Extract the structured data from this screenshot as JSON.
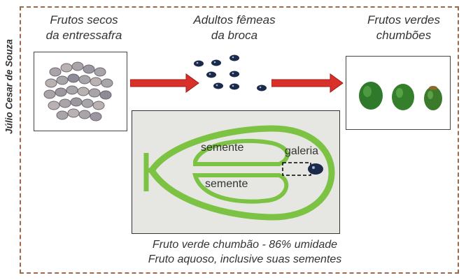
{
  "credit": "Júlio Cesar de Souza",
  "stages": {
    "dry_fruits": {
      "line1": "Frutos secos",
      "line2": "da entressafra"
    },
    "female_adults": {
      "line1": "Adultos fêmeas",
      "line2": "da broca"
    },
    "green_fruits": {
      "line1": "Frutos verdes",
      "line2": "chumbões"
    }
  },
  "section_labels": {
    "seed_top": "semente",
    "seed_bottom": "semente",
    "gallery": "galeria"
  },
  "caption": {
    "line1": "Fruto verde chumbão - 86% umidade",
    "line2": "Fruto aquoso, inclusive suas sementes"
  },
  "colors": {
    "frame": "#9c6a4a",
    "arrow": "#d9302a",
    "seed_outline": "#7cc243",
    "beetle": "#1b2a4a"
  }
}
